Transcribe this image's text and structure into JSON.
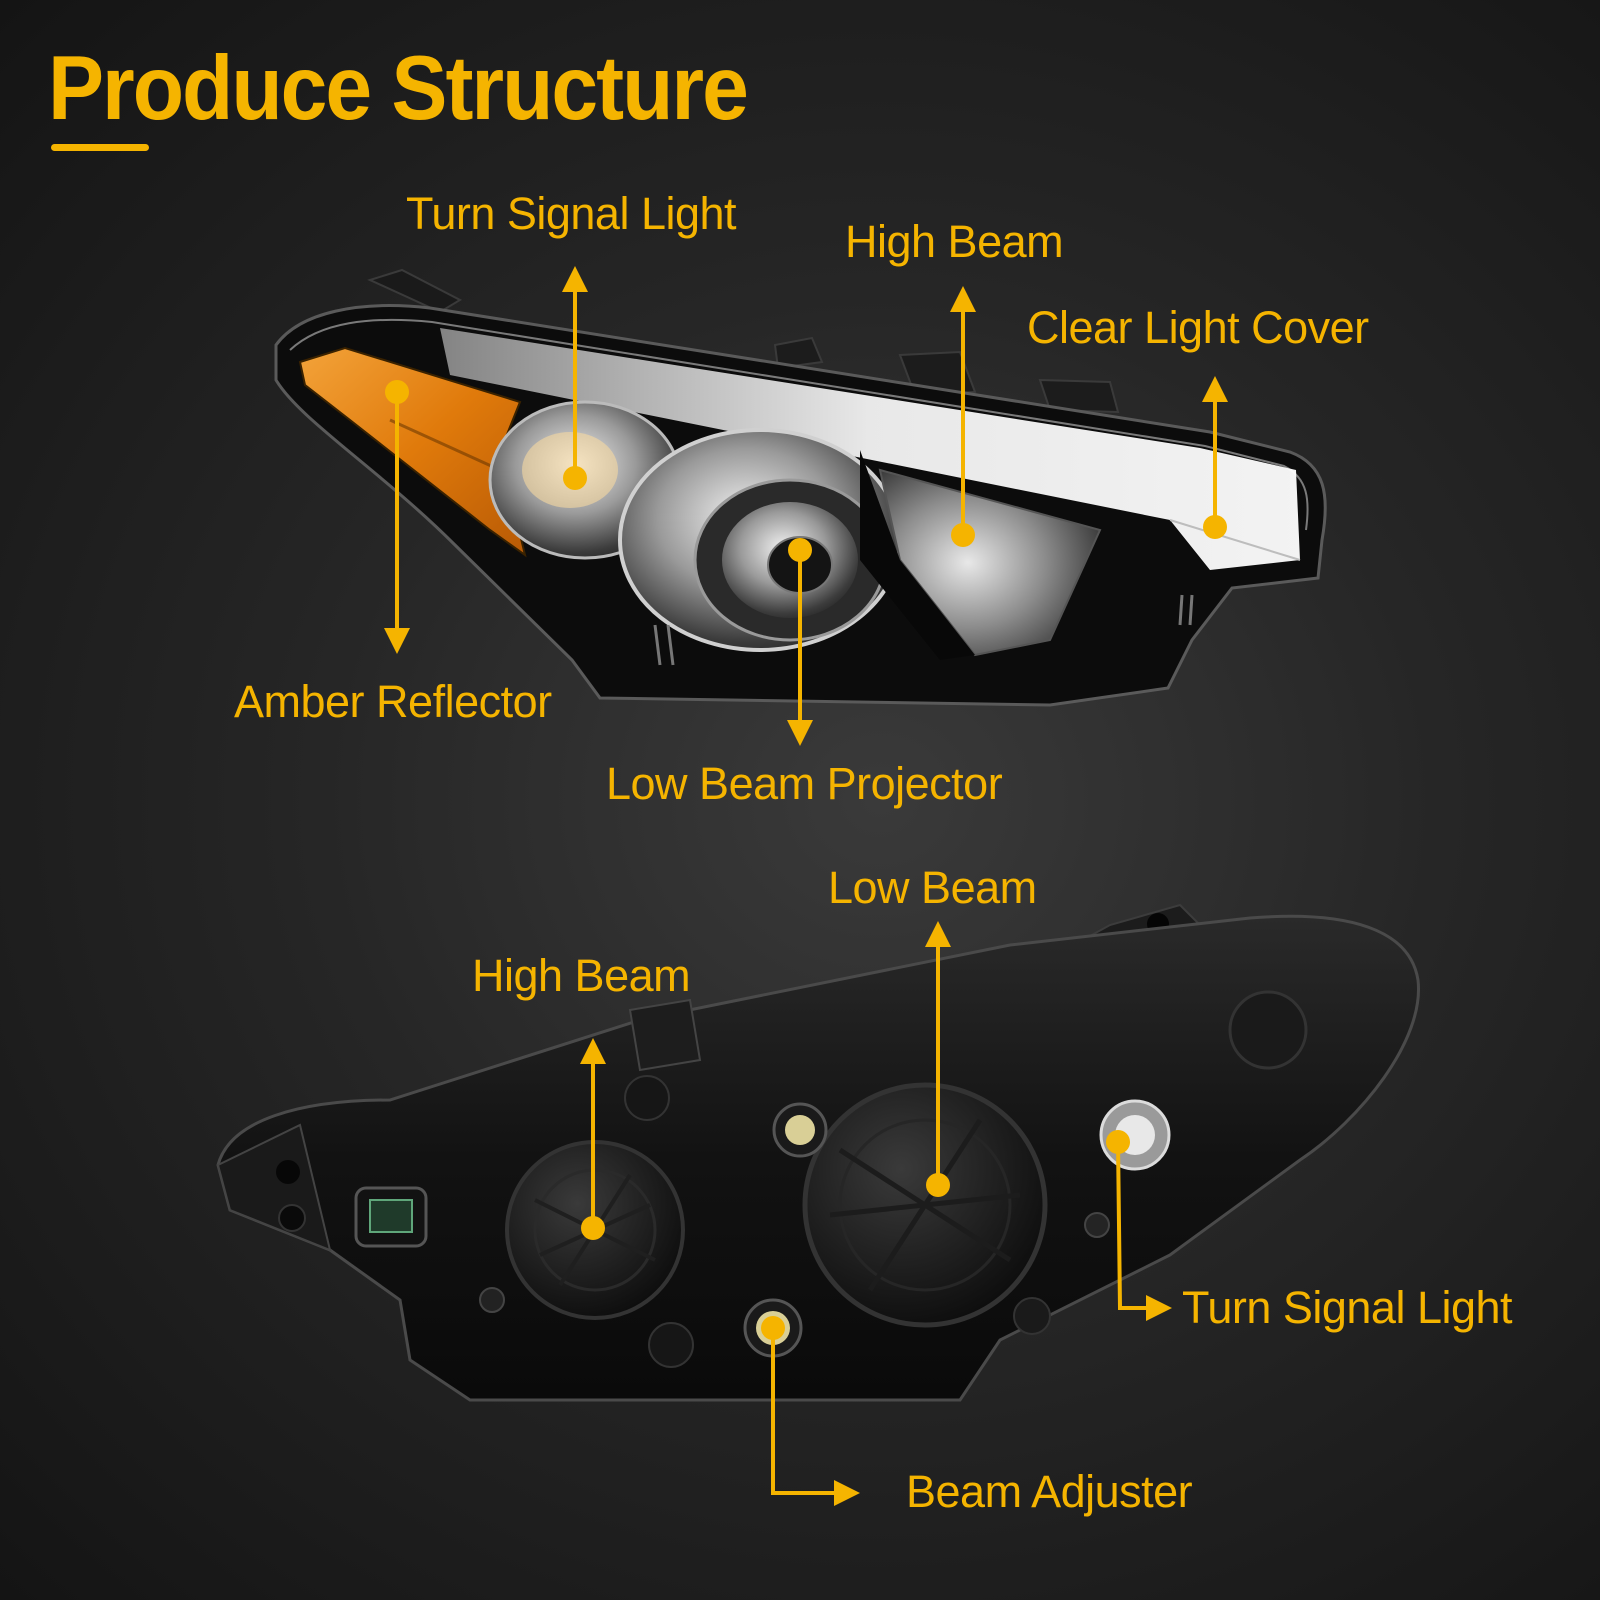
{
  "title": "Produce Structure",
  "colors": {
    "accent": "#F5B400",
    "background": "#242424",
    "housing": "#0e0e0e",
    "amber_lens": "#E8860F",
    "chrome": "#c9c9c9"
  },
  "callouts": {
    "front_turn_signal_light": "Turn Signal Light",
    "front_high_beam": "High Beam",
    "front_clear_light_cover": "Clear Light Cover",
    "front_amber_reflector": "Amber Reflector",
    "front_low_beam_projector": "Low Beam Projector",
    "back_low_beam": "Low Beam",
    "back_high_beam": "High Beam",
    "back_turn_signal_light": "Turn Signal Light",
    "back_beam_adjuster": "Beam Adjuster"
  }
}
